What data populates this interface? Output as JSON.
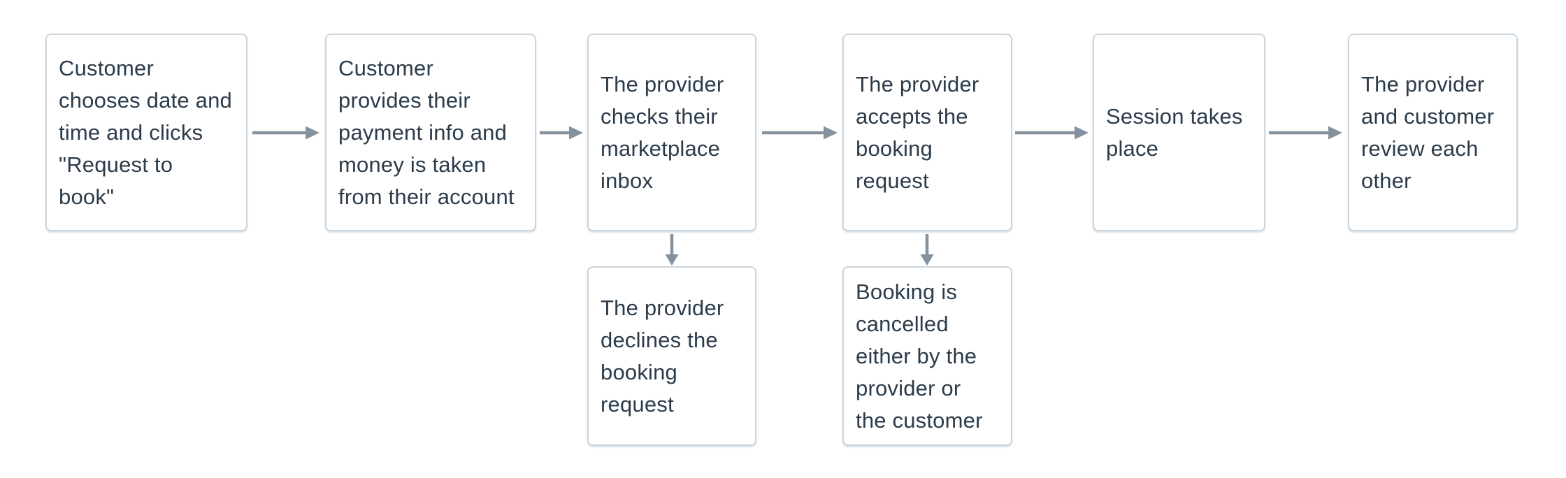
{
  "colors": {
    "background": "#ffffff",
    "box_border": "#cbd5dd",
    "box_fill": "#ffffff",
    "text": "#2c3b4a",
    "arrow": "#8492a0"
  },
  "flow": {
    "steps": [
      {
        "text": "Customer\nchooses date and\ntime and clicks\n\"Request to\nbook\""
      },
      {
        "text": "Customer\nprovides their\npayment info and\nmoney is taken\nfrom their account"
      },
      {
        "text": "The provider\nchecks their\nmarketplace\ninbox"
      },
      {
        "text": "The provider\naccepts the\nbooking\nrequest"
      },
      {
        "text": "Session takes\nplace"
      },
      {
        "text": "The provider\nand customer\nreview each\nother"
      }
    ],
    "branches": [
      {
        "text": "The provider\ndeclines the\nbooking\nrequest"
      },
      {
        "text": "Booking is\ncancelled\neither by the\nprovider or\nthe customer"
      }
    ],
    "connections": [
      {
        "from": "step-1",
        "to": "step-2",
        "direction": "right"
      },
      {
        "from": "step-2",
        "to": "step-3",
        "direction": "right"
      },
      {
        "from": "step-3",
        "to": "step-4",
        "direction": "right"
      },
      {
        "from": "step-4",
        "to": "step-5",
        "direction": "right"
      },
      {
        "from": "step-5",
        "to": "step-6",
        "direction": "right"
      },
      {
        "from": "step-3",
        "to": "branch-decline",
        "direction": "down"
      },
      {
        "from": "step-4",
        "to": "branch-cancel",
        "direction": "down"
      }
    ]
  }
}
